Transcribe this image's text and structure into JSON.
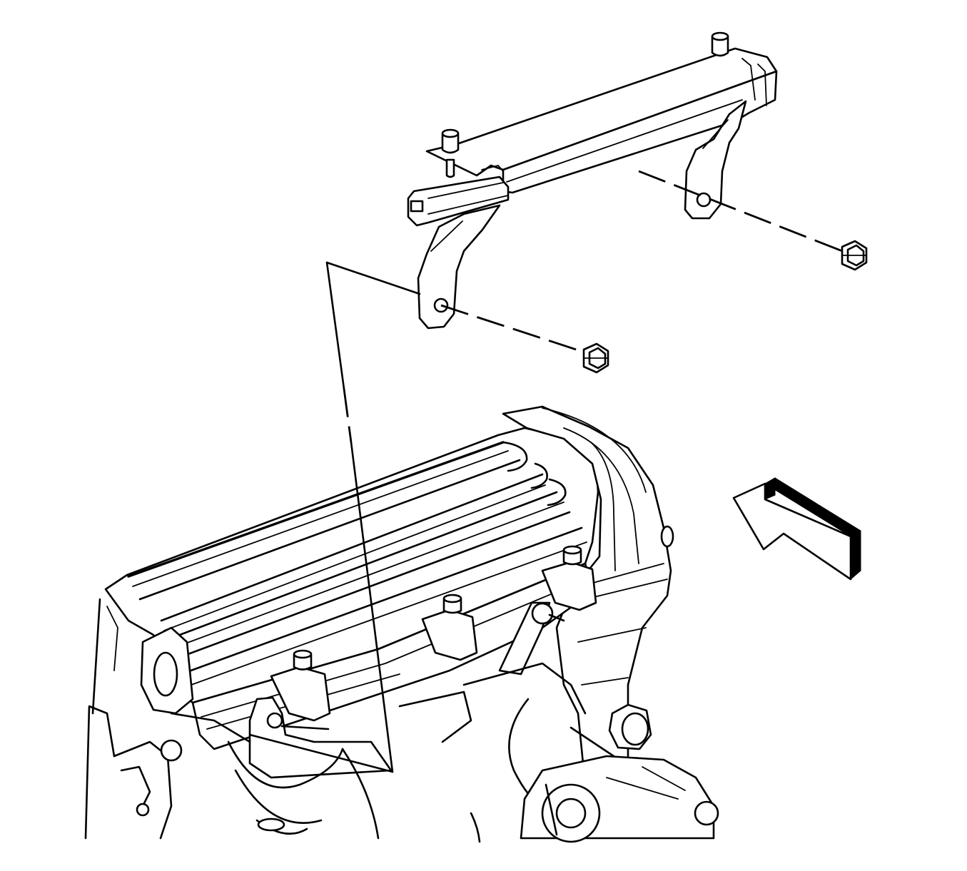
{
  "diagram": {
    "kind": "exploded-view service illustration",
    "colors": {
      "line": "#000000",
      "background": "#ffffff"
    },
    "parts": [
      {
        "name": "brace-bracket",
        "icon": "bracket-icon"
      },
      {
        "name": "nut-left",
        "icon": "hex-nut-icon"
      },
      {
        "name": "nut-right",
        "icon": "hex-nut-icon"
      },
      {
        "name": "engine-assembly",
        "icon": "engine-icon"
      },
      {
        "name": "view-direction-arrow",
        "icon": "arrow-icon"
      }
    ]
  }
}
